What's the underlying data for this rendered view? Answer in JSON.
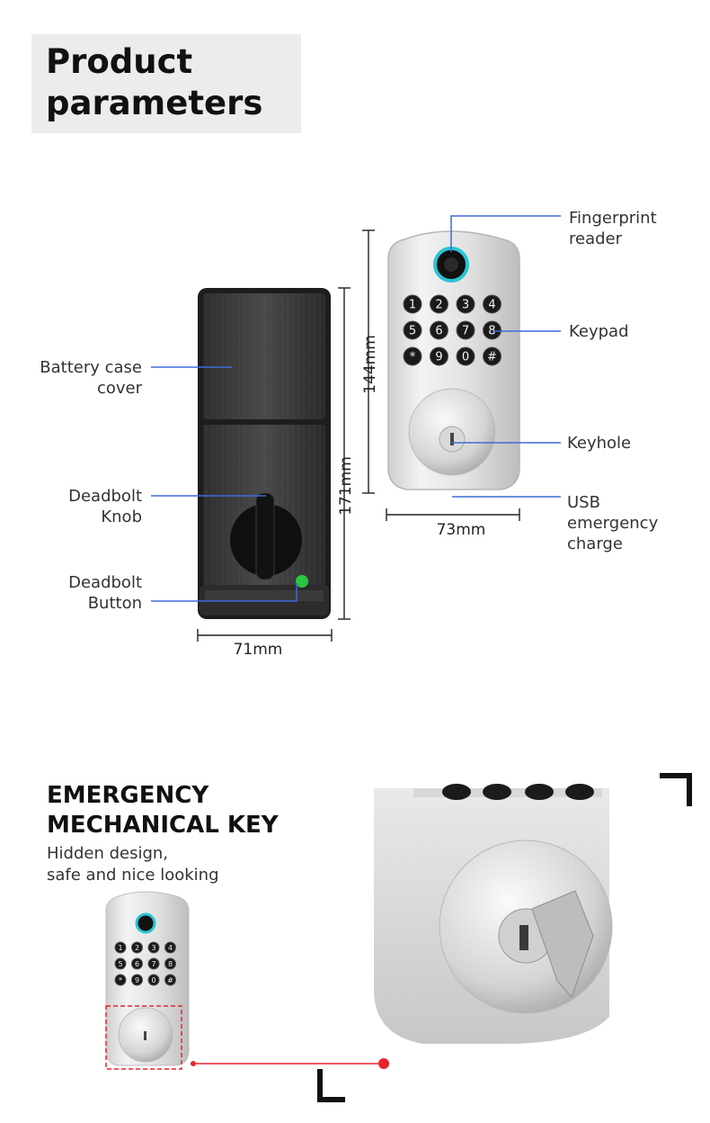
{
  "header": {
    "line1": "Product",
    "line2": "parameters"
  },
  "labels": {
    "battery_line1": "Battery case",
    "battery_line2": "cover",
    "knob_line1": "Deadbolt",
    "knob_line2": "Knob",
    "button_line1": "Deadbolt",
    "button_line2": "Button",
    "fp_line1": "Fingerprint",
    "fp_line2": "reader",
    "keypad": "Keypad",
    "keyhole": "Keyhole",
    "usb_line1": "USB",
    "usb_line2": "emergency",
    "usb_line3": "charge"
  },
  "dimensions": {
    "height_inner": "171mm",
    "height_outer": "144mm",
    "width_inner": "71mm",
    "width_outer": "73mm"
  },
  "keypad_keys": [
    "1",
    "2",
    "3",
    "4",
    "5",
    "6",
    "7",
    "8",
    "*",
    "9",
    "0",
    "#"
  ],
  "section2": {
    "title_line1": "EMERGENCY",
    "title_line2": "MECHANICAL KEY",
    "sub_line1": "Hidden design,",
    "sub_line2": "safe and nice looking"
  },
  "colors": {
    "leader": "#3f6ad8",
    "accent_red": "#e8252b",
    "fp_ring": "#29c4d6",
    "green_button": "#2cc640"
  }
}
